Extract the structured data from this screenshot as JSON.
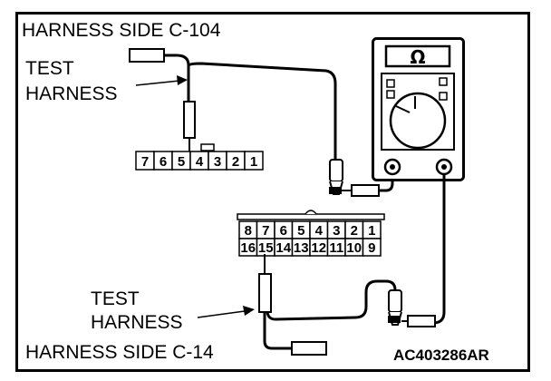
{
  "diagram": {
    "title_top": "HARNESS SIDE C-104",
    "test_harness_top": [
      "TEST",
      "HARNESS"
    ],
    "test_harness_bottom": [
      "TEST",
      "HARNESS"
    ],
    "title_bottom": "HARNESS SIDE C-14",
    "figure_code": "AC403286AR",
    "meter_symbol": "Ω",
    "connector_c104_pins": [
      "7",
      "6",
      "5",
      "4",
      "3",
      "2",
      "1"
    ],
    "connector_c14_row_top": [
      "8",
      "7",
      "6",
      "5",
      "4",
      "3",
      "2",
      "1"
    ],
    "connector_c14_row_bottom": [
      "16",
      "15",
      "14",
      "13",
      "12",
      "11",
      "10",
      "9"
    ]
  }
}
